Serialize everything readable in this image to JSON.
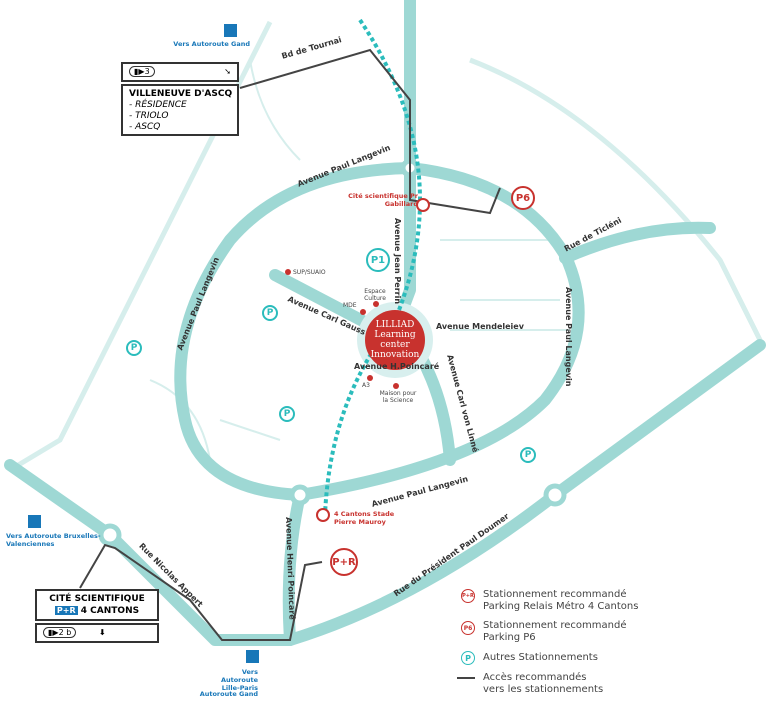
{
  "colors": {
    "road": "#9ed8d4",
    "metro": "#2bbcbc",
    "accent": "#c8322e",
    "blue": "#1877b8",
    "route": "#444444"
  },
  "signs": {
    "north": {
      "exit": "3",
      "title": "VILLENEUVE D'ASCQ",
      "items": [
        "- RÉSIDENCE",
        "- TRIOLO",
        "- ASCQ"
      ]
    },
    "south": {
      "title": "CITÉ SCIENTIFIQUE",
      "pr": "P+R",
      "subtitle": "4 CANTONS",
      "exit": "2 b"
    }
  },
  "highways": {
    "gand_top": "Vers Autoroute Gand",
    "bruxelles": "Vers Autoroute Bruxelles-Valenciennes",
    "lille_paris": "Vers Autoroute Lille-Paris",
    "gand_bottom": "Autoroute Gand"
  },
  "streets": {
    "tournai": "Bd de Tournai",
    "langevin_n": "Avenue Paul Langevin",
    "langevin_w": "Avenue Paul Langevin",
    "langevin_e": "Avenue Paul Langevin",
    "langevin_s": "Avenue Paul Langevin",
    "ticleni": "Rue de Ticléni",
    "perrin": "Avenue Jean Perrin",
    "gauss": "Avenue Carl Gauss",
    "mendeleiev": "Avenue Mendeleiev",
    "poincare_h": "Avenue H.Poincaré",
    "linne": "Avenue Carl von Linné",
    "henri_poincare": "Avenue Henri Poincaré",
    "appert": "Rue Nicolas Appert",
    "doumer": "Rue du Président Paul Doumer"
  },
  "stations": {
    "gabillard": "Cité scientifique Pr Gabillard",
    "cantons": "4 Cantons Stade Pierre Mauroy"
  },
  "poi": {
    "suaps": "SUP/SUAIO",
    "espace": "Espace Culture",
    "mde": "MDE",
    "a3": "A3",
    "maison": "Maison pour la Science"
  },
  "center": {
    "line1": "LILLIAD",
    "line2": "Learning",
    "line3": "center",
    "line4": "Innovation"
  },
  "parkings": {
    "p1": "P1",
    "p6": "P6",
    "pr": "P+R",
    "p": "P"
  },
  "legend": [
    {
      "icon": "P+R",
      "text1": "Stationnement recommandé",
      "text2": "Parking Relais Métro 4 Cantons"
    },
    {
      "icon": "P6",
      "text1": "Stationnement recommandé",
      "text2": "Parking P6"
    },
    {
      "icon": "P",
      "text1": "Autres Stationnements"
    },
    {
      "icon": "arrow",
      "text1": "Accès recommandés",
      "text2": "vers les stationnements"
    }
  ]
}
